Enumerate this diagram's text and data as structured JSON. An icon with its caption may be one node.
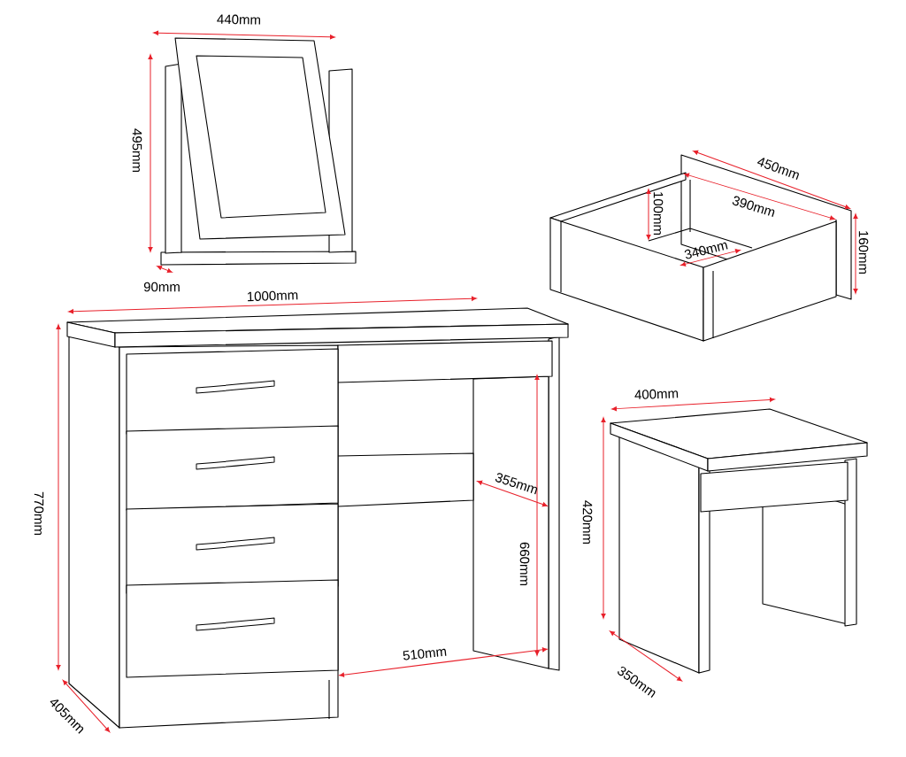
{
  "diagram": {
    "labels": [
      "440mm",
      "495mm",
      "90mm",
      "450mm",
      "390mm",
      "100mm",
      "160mm",
      "340mm",
      "1000mm",
      "400mm",
      "770mm",
      "355mm",
      "420mm",
      "660mm",
      "510mm",
      "350mm",
      "405mm"
    ]
  }
}
